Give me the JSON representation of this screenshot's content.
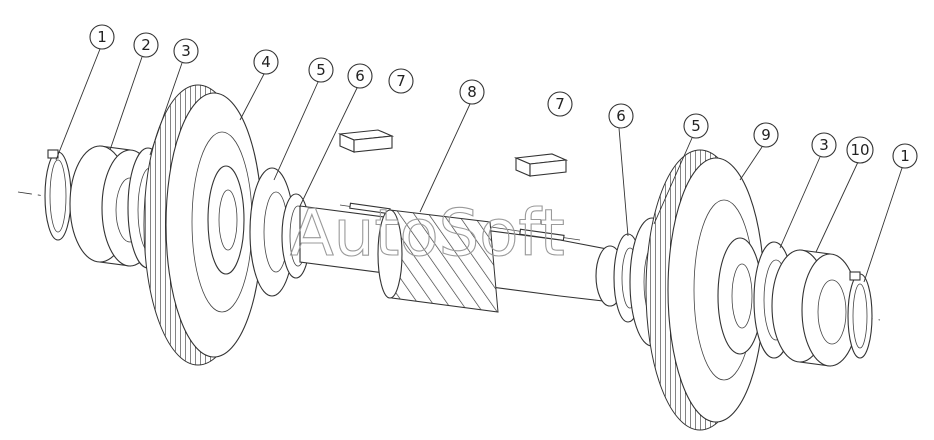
{
  "watermark": "AutoSoft",
  "callouts": [
    {
      "id": "c1a",
      "label": "1"
    },
    {
      "id": "c2",
      "label": "2"
    },
    {
      "id": "c3a",
      "label": "3"
    },
    {
      "id": "c4",
      "label": "4"
    },
    {
      "id": "c5a",
      "label": "5"
    },
    {
      "id": "c6a",
      "label": "6"
    },
    {
      "id": "c7a",
      "label": "7"
    },
    {
      "id": "c8",
      "label": "8"
    },
    {
      "id": "c7b",
      "label": "7"
    },
    {
      "id": "c6b",
      "label": "6"
    },
    {
      "id": "c5b",
      "label": "5"
    },
    {
      "id": "c9",
      "label": "9"
    },
    {
      "id": "c3b",
      "label": "3"
    },
    {
      "id": "c10",
      "label": "10"
    },
    {
      "id": "c1b",
      "label": "1"
    }
  ]
}
